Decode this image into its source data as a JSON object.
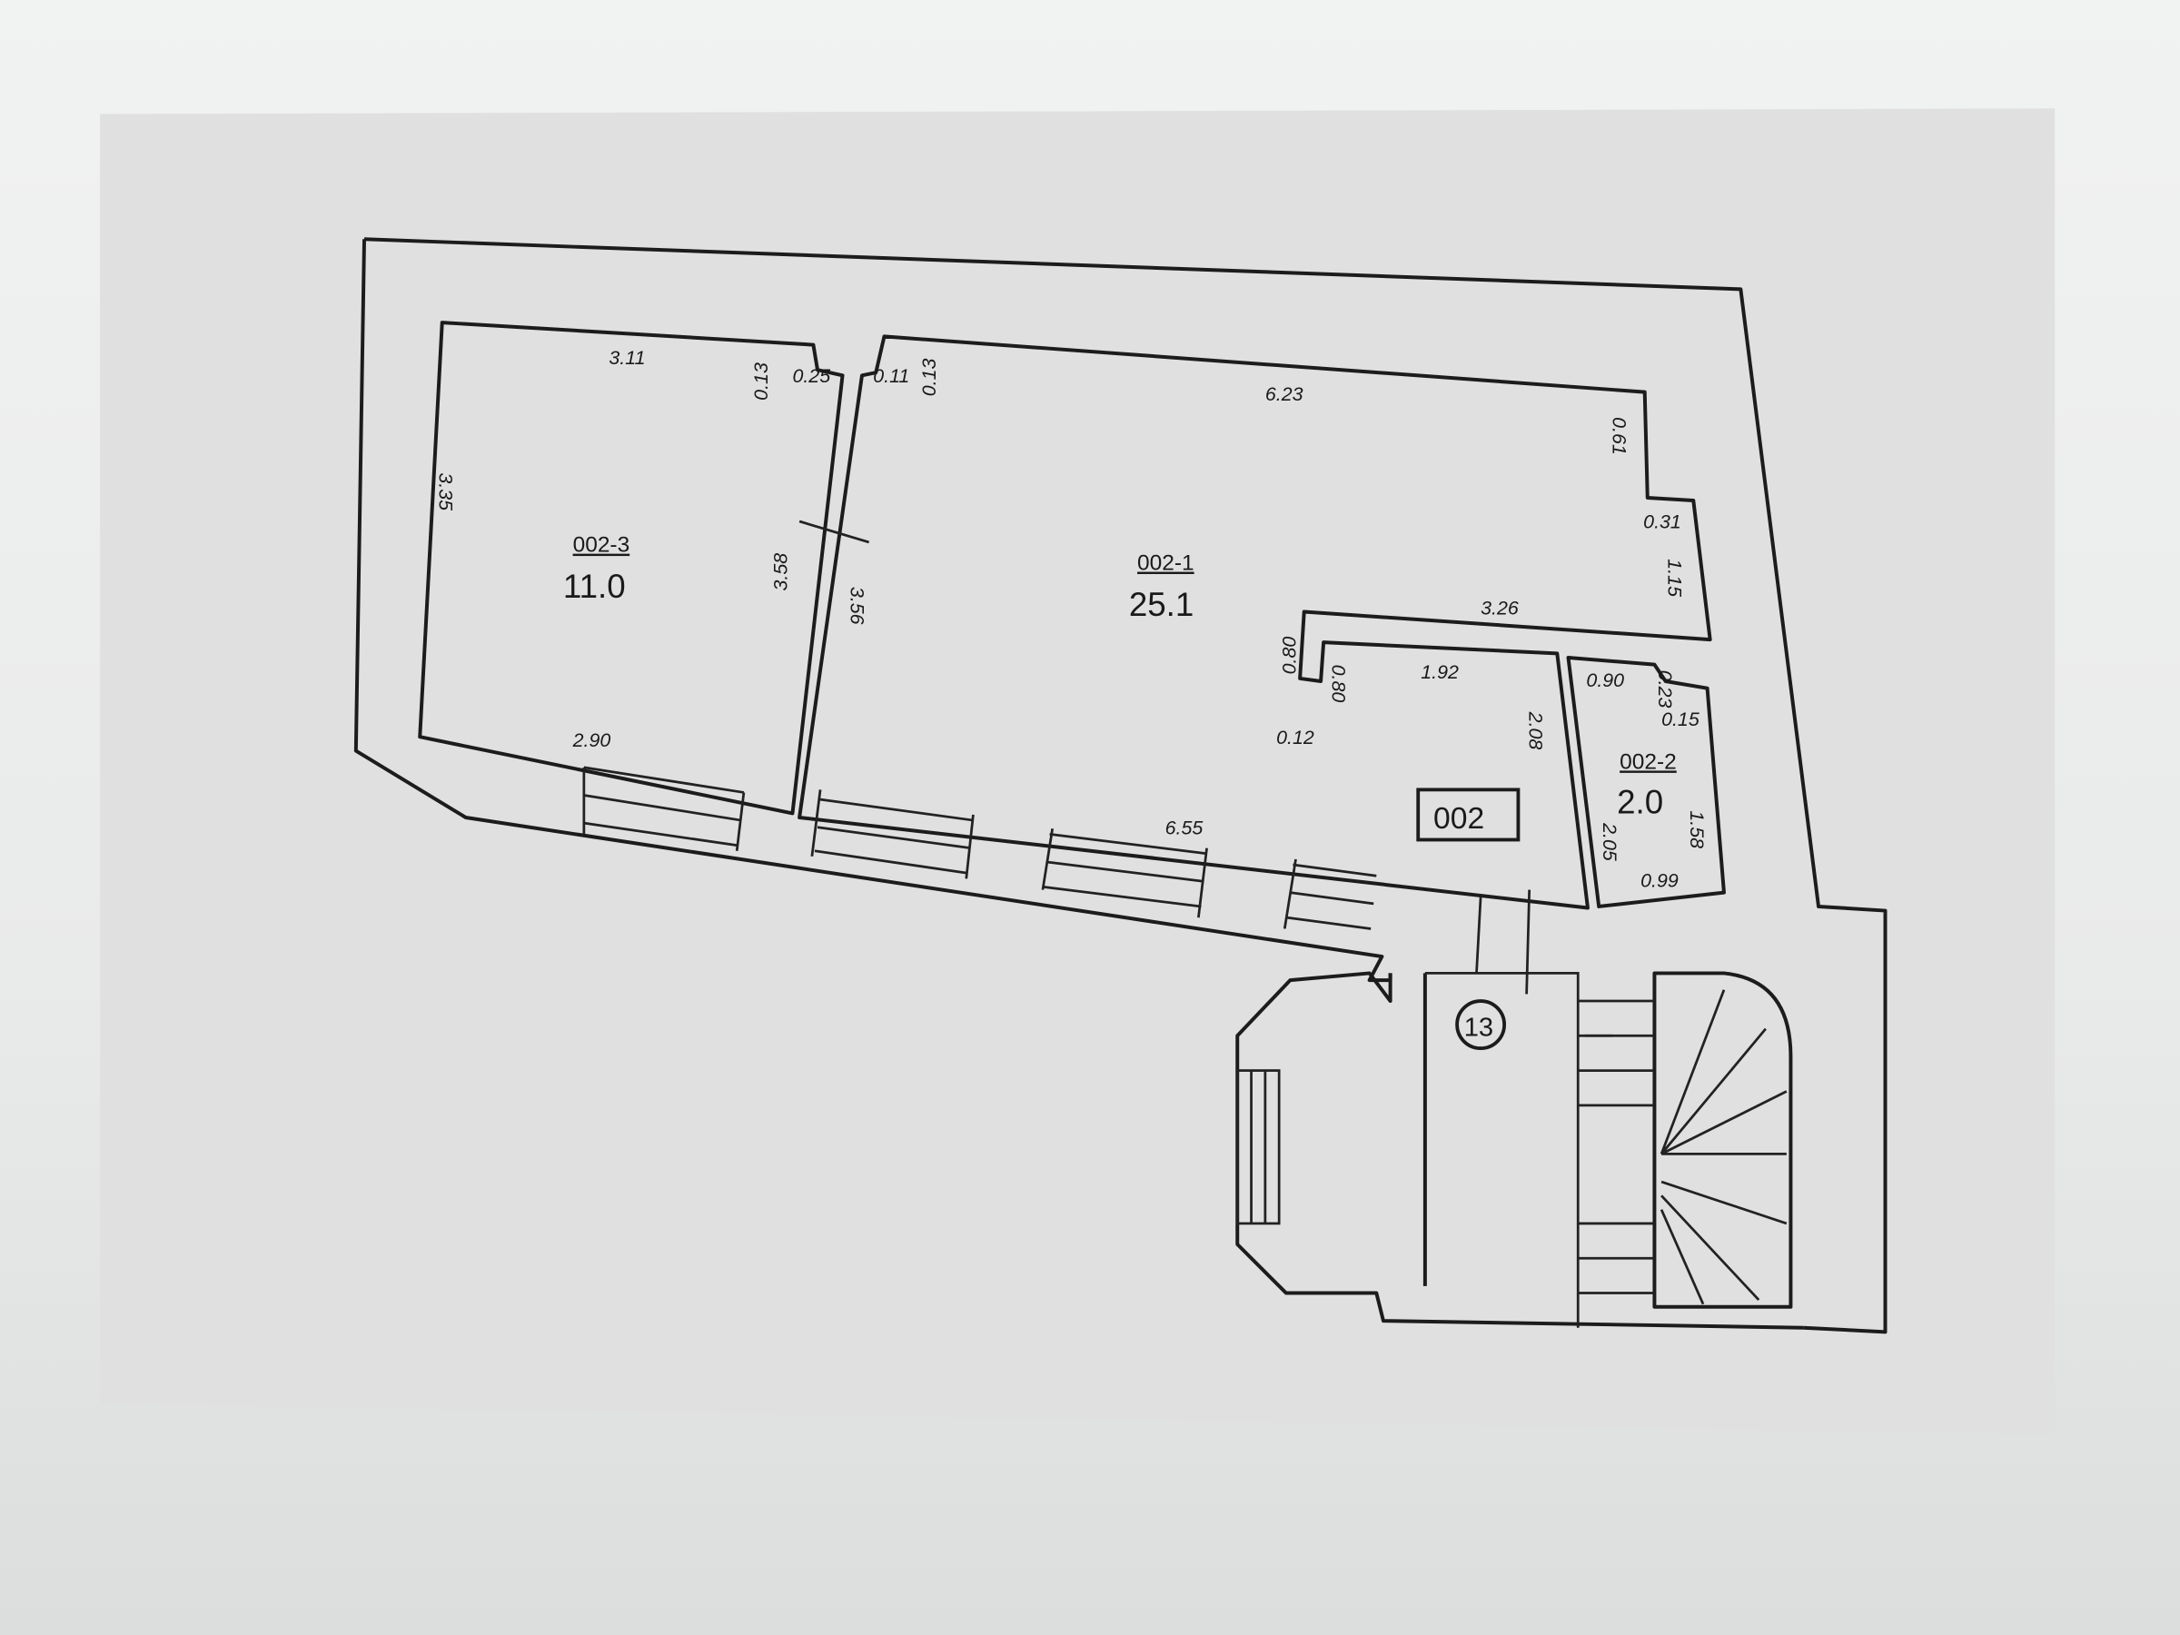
{
  "rooms": {
    "r3": {
      "id": "002-3",
      "area": "11.0"
    },
    "r1": {
      "id": "002-1",
      "area": "25.1"
    },
    "r2": {
      "id": "002-2",
      "area": "2.0"
    }
  },
  "unit_label": "002",
  "stair_label": "13",
  "dims": [
    "3.11",
    "0.13",
    "0.25",
    "0.11",
    "0.13",
    "6.23",
    "0.61",
    "0.31",
    "1.15",
    "3.35",
    "3.58",
    "3.56",
    "3.26",
    "0.80",
    "0.80",
    "1.92",
    "0.12",
    "2.08",
    "0.90",
    "0.23",
    "0.15",
    "1.58",
    "2.05",
    "0.99",
    "2.90",
    "6.55"
  ],
  "colors": {
    "paper": "#e3e4e3",
    "line": "#1c1c1c"
  }
}
